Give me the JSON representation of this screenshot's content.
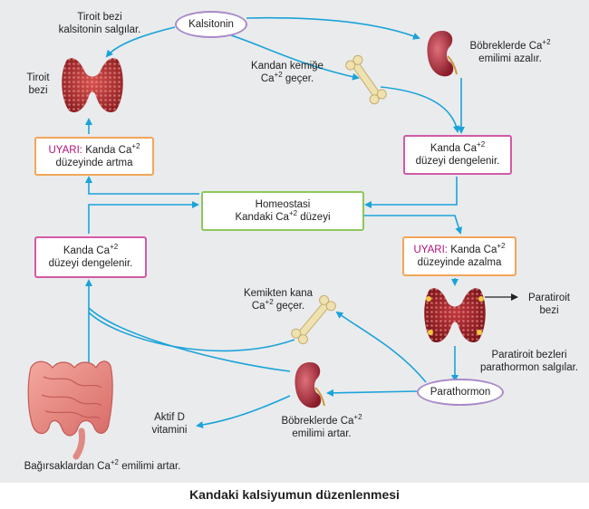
{
  "caption": "Kandaki kalsiyumun düzenlenmesi",
  "colors": {
    "arrow": "#1aa3d9",
    "pink_border": "#d15aa6",
    "orange_border": "#f2a65a",
    "green_border": "#8cc85a",
    "oval_border": "#a98ac8",
    "warning_text": "#b0127a"
  },
  "icons": [
    "thyroid-icon",
    "kidney-icon",
    "bone-icon",
    "parathyroid-icon",
    "intestine-icon"
  ],
  "nodes": {
    "calcitonin": "Kalsitonin",
    "parathormone": "Parathormon",
    "homeostasis_line1": "Homeostasi",
    "homeostasis_line2": "Kandaki Ca",
    "homeostasis_line2_end": "düzeyi",
    "kidney_top_line1": "Kanda Ca",
    "kidney_top_line2": "düzeyi dengelenir.",
    "left_balanced_line1": "Kanda Ca",
    "left_balanced_line2": "düzeyi dengelenir.",
    "warning_rise_label": "UYARI:",
    "warning_rise_line1": "Kanda Ca",
    "warning_rise_line2": "düzeyinde artma",
    "warning_fall_label": "UYARI:",
    "warning_fall_line1": "Kanda Ca",
    "warning_fall_line2": "düzeyinde azalma"
  },
  "labels": {
    "thyroid_secretes_1": "Tiroit bezi",
    "thyroid_secretes_2": "kalsitonin salgılar.",
    "thyroid_gland_1": "Tiroit",
    "thyroid_gland_2": "bezi",
    "blood_to_bone_1": "Kandan kemiğe",
    "blood_to_bone_2a": "Ca",
    "blood_to_bone_2b": "geçer.",
    "kidney_absorb_less_1": "Böbreklerde Ca",
    "kidney_absorb_less_2": "emilimi azalır.",
    "parathyroid_gland_1": "Paratiroit",
    "parathyroid_gland_2": "bezi",
    "parathyroid_secretes_1": "Paratiroit bezleri",
    "parathyroid_secretes_2": "parathormon salgılar.",
    "bone_to_blood_1": "Kemikten kana",
    "bone_to_blood_2a": "Ca",
    "bone_to_blood_2b": "geçer.",
    "kidney_absorb_more_1": "Böbreklerde Ca",
    "kidney_absorb_more_2": "emilimi artar.",
    "vitamin_d_1": "Aktif D",
    "vitamin_d_2": "vitamini",
    "intestine_absorb_a": "Bağırsaklardan Ca",
    "intestine_absorb_b": "emilimi artar.",
    "charge": "+2"
  }
}
